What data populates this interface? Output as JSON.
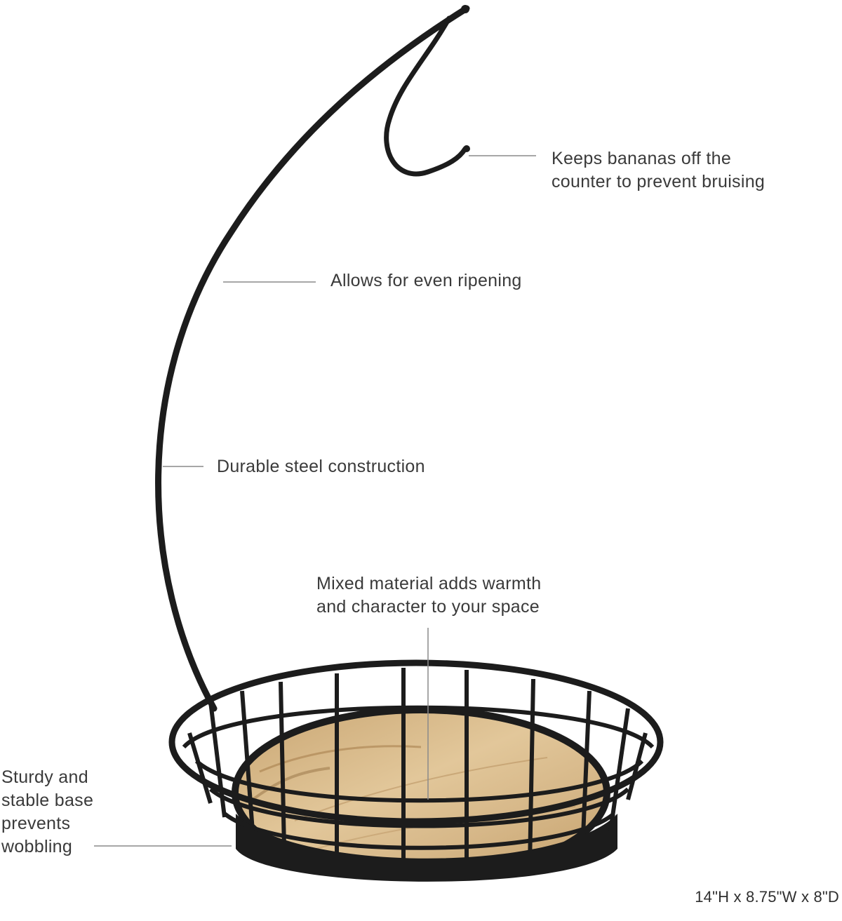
{
  "callouts": {
    "hook": {
      "line1": "Keeps bananas off the",
      "line2": "counter to prevent bruising"
    },
    "ripening": {
      "text": "Allows for even ripening"
    },
    "steel": {
      "text": "Durable steel construction"
    },
    "material": {
      "line1": "Mixed material adds warmth",
      "line2": "and character to your space"
    },
    "base": {
      "line1": "Sturdy and",
      "line2": "stable base",
      "line3": "prevents",
      "line4": "wobbling"
    }
  },
  "dimensions": "14\"H x 8.75\"W x 8\"D",
  "colors": {
    "metal": "#1c1c1c",
    "wood_light": "#d9bd8a",
    "wood_dark": "#b08a58",
    "leader_line": "#8a8a8a",
    "text": "#3a3a3a"
  }
}
